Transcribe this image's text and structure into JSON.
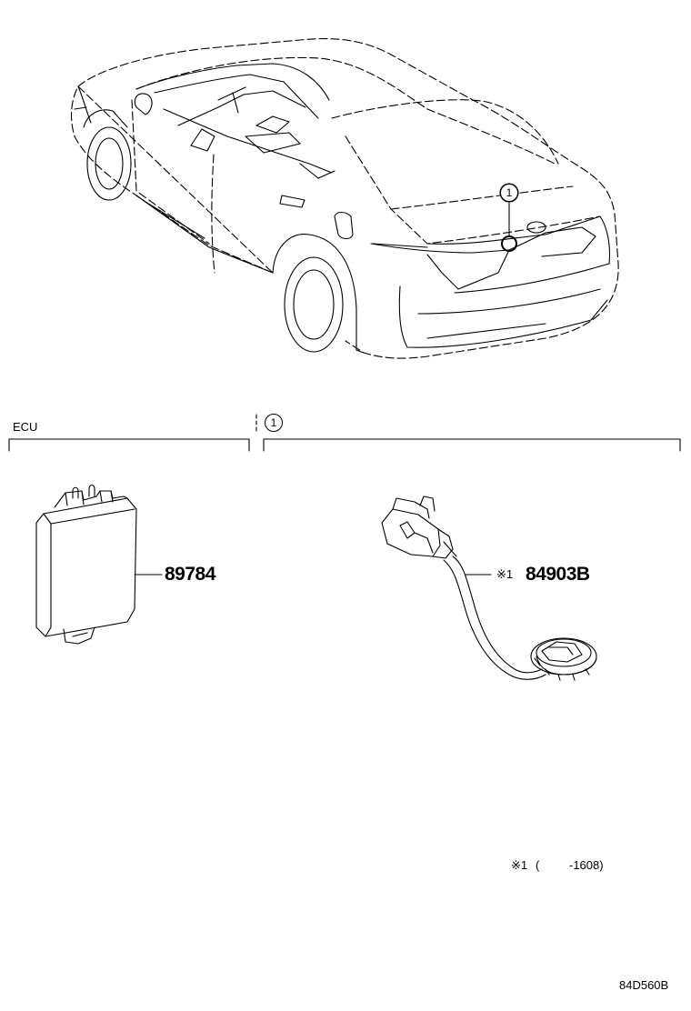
{
  "diagram": {
    "callout_marker": "1",
    "groups": [
      {
        "label": "ECU"
      },
      {
        "label": "1"
      }
    ],
    "parts": [
      {
        "number": "89784"
      },
      {
        "prefix": "※1",
        "number": "84903B"
      }
    ],
    "footnote": {
      "mark": "※1",
      "paren_open": "(",
      "range": "-1608)"
    },
    "drawing_code": "84D560B"
  }
}
